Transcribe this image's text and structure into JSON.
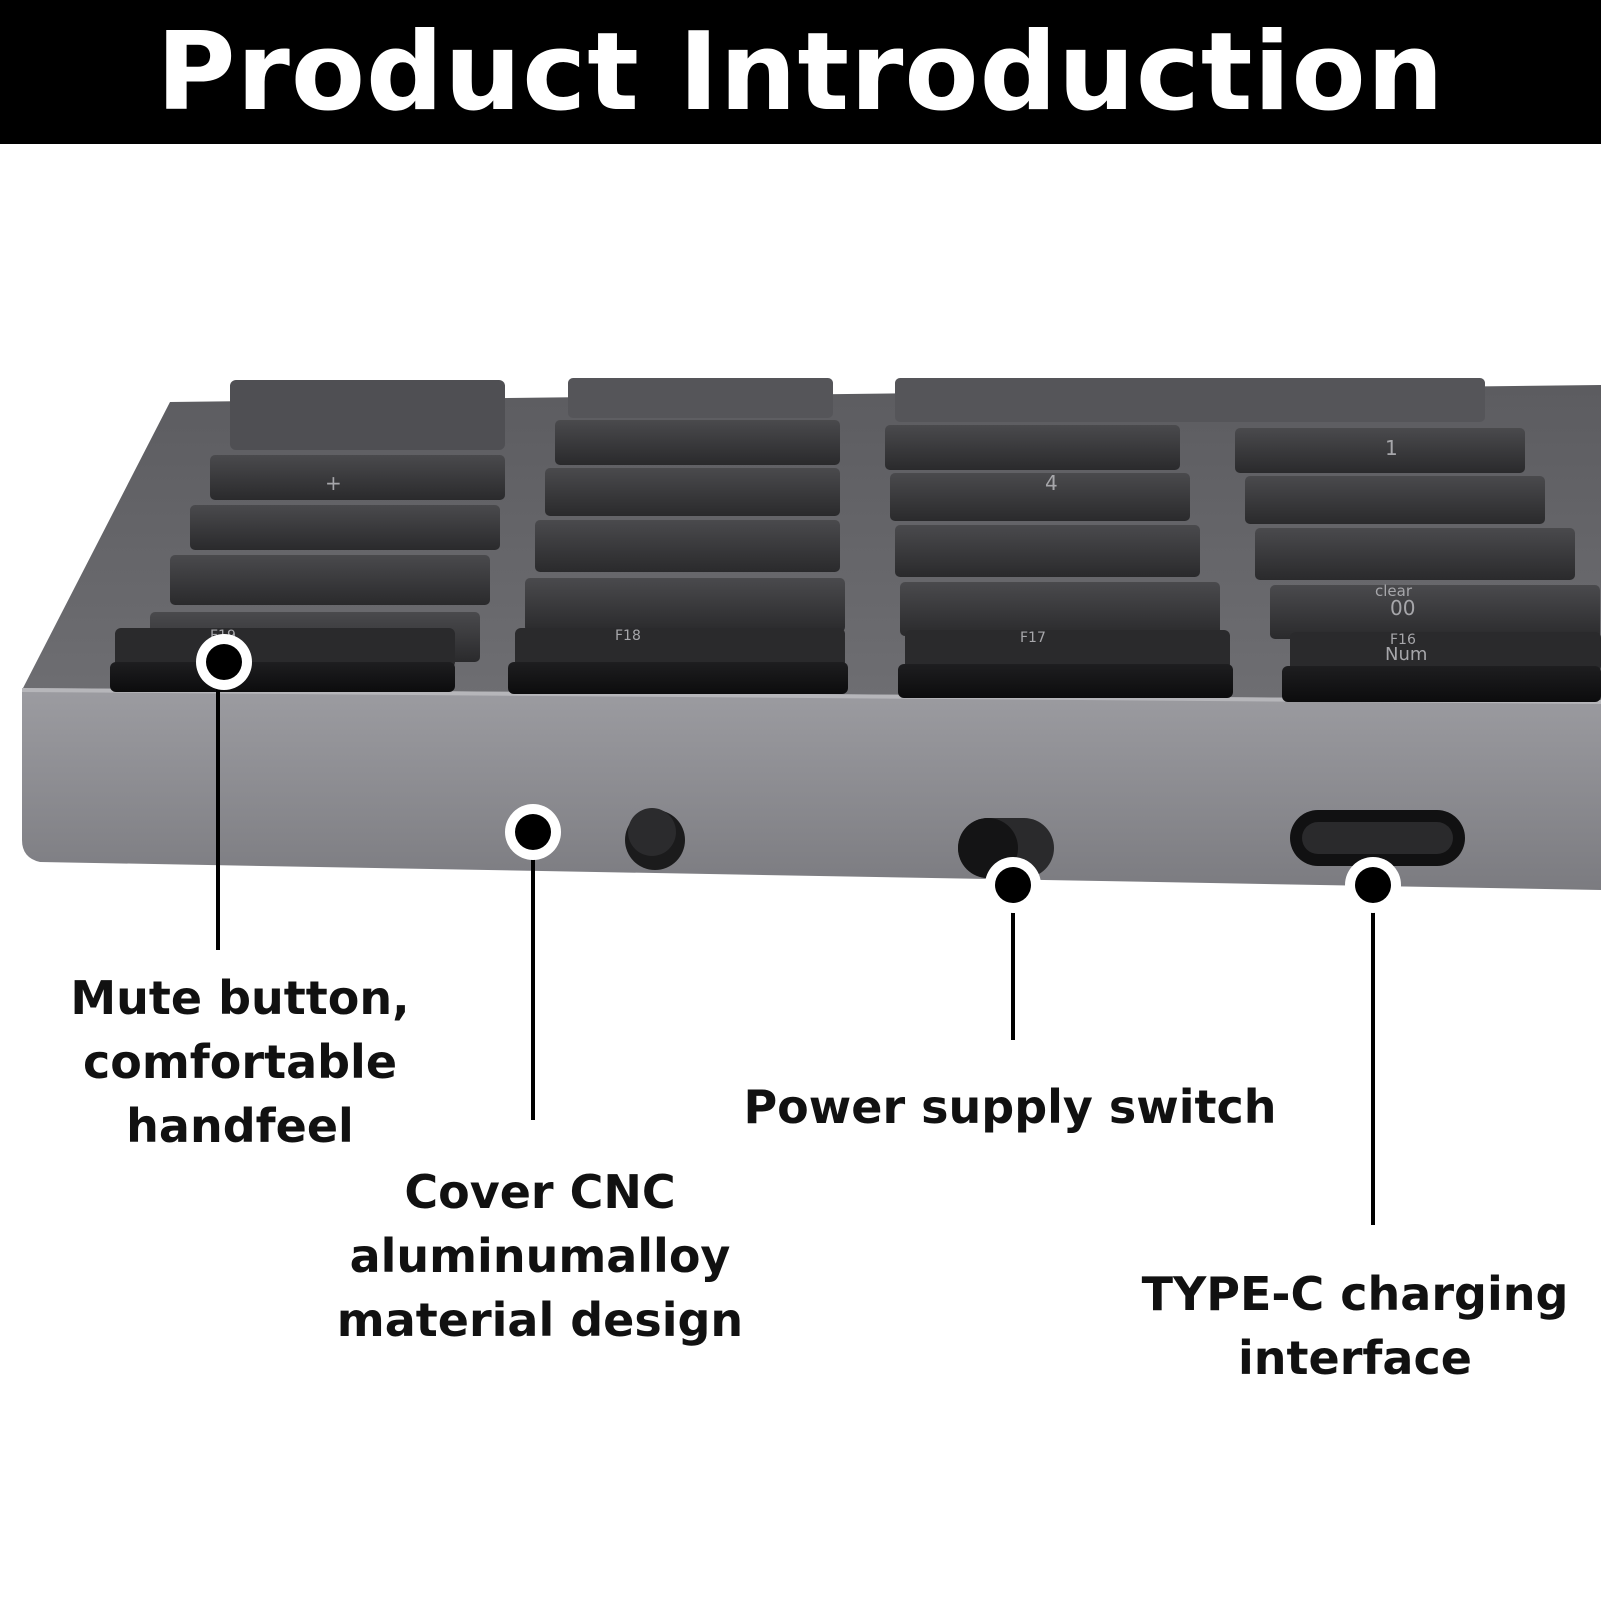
{
  "header": {
    "title": "Product Introduction"
  },
  "callouts": {
    "mute": {
      "lines": [
        "Mute button,",
        "comfortable",
        "handfeel"
      ]
    },
    "cover": {
      "lines": [
        "Cover CNC",
        "aluminumalloy",
        "material design"
      ]
    },
    "power": {
      "lines": [
        "Power supply switch"
      ]
    },
    "typec": {
      "lines": [
        "TYPE-C charging",
        "interface"
      ]
    }
  },
  "keycaps": {
    "top_row": [
      "+",
      "4",
      "1"
    ],
    "legends": [
      "F19",
      "F18",
      "F17",
      "F16",
      "Num",
      "00",
      "clear"
    ]
  },
  "colors": {
    "banner": "#000000",
    "banner_text": "#ffffff",
    "body_metal": "#8a8a8f",
    "key": "#2f2f31",
    "callout": "#111111"
  }
}
